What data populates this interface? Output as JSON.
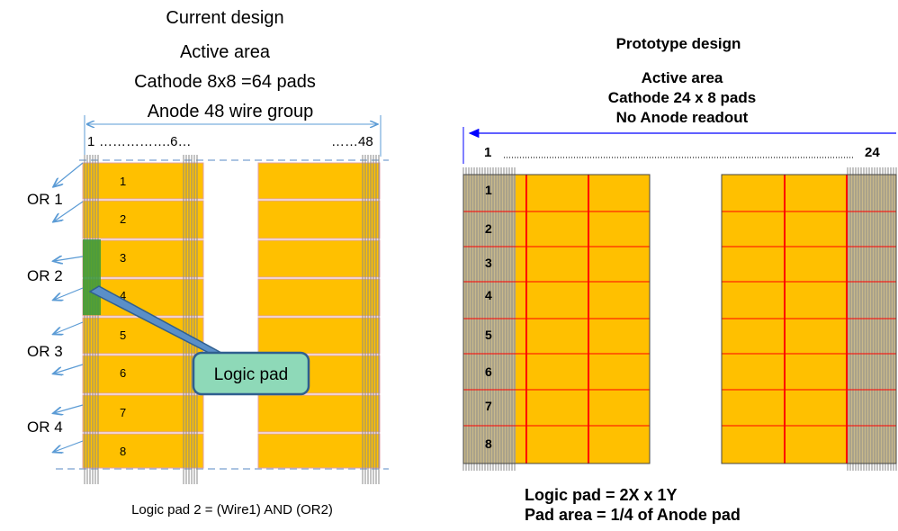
{
  "left": {
    "heading": "Current design",
    "lines": [
      "Active area",
      "Cathode 8x8 =64 pads",
      "Anode 48 wire group"
    ],
    "wire_start": "1",
    "wire_mid": "…………….6…",
    "wire_end": "……48",
    "or_labels": [
      "OR 1",
      "OR 2",
      "OR 3",
      "OR 4"
    ],
    "pad_numbers": [
      "1",
      "2",
      "3",
      "4",
      "5",
      "6",
      "7",
      "8"
    ],
    "callout": "Logic pad",
    "footer": "Logic pad 2 = (Wire1) AND (OR2)"
  },
  "right": {
    "heading": "Prototype design",
    "lines": [
      "Active area",
      "Cathode 24 x 8 pads",
      "No Anode readout"
    ],
    "index_start": "1",
    "index_end": "24",
    "pad_numbers": [
      "1",
      "2",
      "3",
      "4",
      "5",
      "6",
      "7",
      "8"
    ],
    "footer_lines": [
      "Logic pad = 2X  x 1Y",
      "Pad area = 1/4 of Anode pad"
    ]
  },
  "colors": {
    "pad_fill": "#ffc000",
    "pad_divider": "#e0a0a8",
    "wire": "#8a8a8a",
    "wire_fill": "#c9b98a",
    "arrow": "#5b9bd5",
    "logic_highlight": "#3a9a3a",
    "callout_fill": "#8ed9b8",
    "callout_border": "#2f5f8f",
    "proto_divider": "#ff0000",
    "proto_arrow": "#0000ff"
  }
}
